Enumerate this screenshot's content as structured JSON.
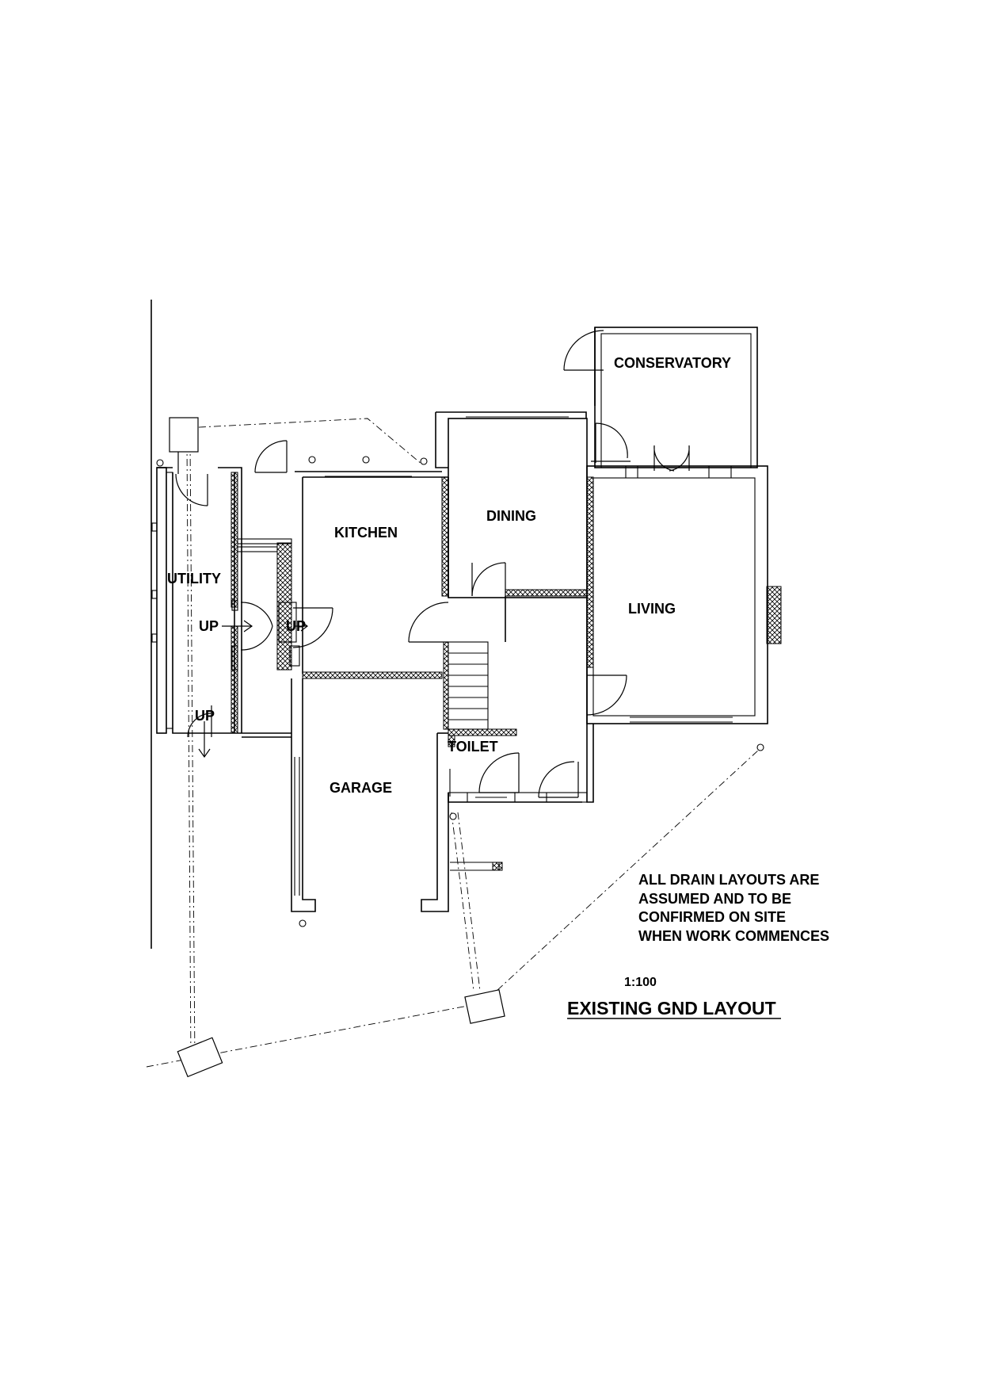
{
  "rooms": {
    "conservatory": "CONSERVATORY",
    "dining": "DINING",
    "kitchen": "KITCHEN",
    "utility": "UTILITY",
    "living": "LIVING",
    "garage": "GARAGE",
    "toilet": "TOILET"
  },
  "stair_labels": {
    "up_utility": "UP",
    "up_kitchen": "UP",
    "up_external": "UP"
  },
  "notes": {
    "line1": "ALL DRAIN LAYOUTS ARE",
    "line2": "ASSUMED AND TO BE",
    "line3": "CONFIRMED ON SITE",
    "line4": "WHEN WORK COMMENCES"
  },
  "scale": "1:100",
  "title": "EXISTING GND LAYOUT",
  "colors": {
    "line": "#000000",
    "background": "#ffffff"
  }
}
